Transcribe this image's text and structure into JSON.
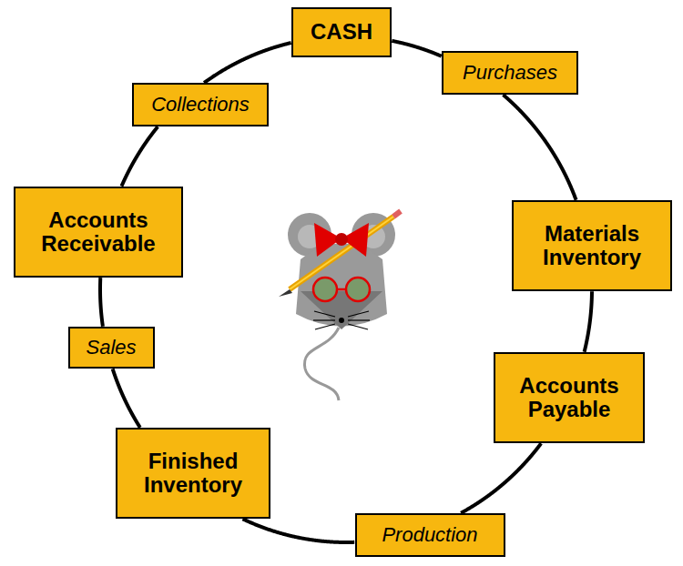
{
  "diagram": {
    "nodes": [
      {
        "text": [
          "CASH"
        ]
      },
      {
        "text": [
          "Purchases"
        ]
      },
      {
        "text": [
          "Materials Inventory"
        ]
      },
      {
        "text": [
          "Accounts Payable"
        ]
      },
      {
        "text": [
          "Production"
        ]
      },
      {
        "text": [
          "Finished Inventory"
        ]
      },
      {
        "text": [
          "Sales"
        ]
      },
      {
        "text": [
          "Accounts Receivable"
        ]
      },
      {
        "text": [
          "Collections"
        ]
      }
    ],
    "edges": [
      {
        "from": 0,
        "to": 1,
        "arrow": "none"
      },
      {
        "from": 1,
        "to": 2,
        "arrow": "none"
      },
      {
        "from": 2,
        "to": 3,
        "arrow": "none"
      },
      {
        "from": 3,
        "to": 4,
        "arrow": "none"
      },
      {
        "from": 4,
        "to": 5,
        "arrow": "none"
      },
      {
        "from": 5,
        "to": 6,
        "arrow": "none"
      },
      {
        "from": 6,
        "to": 7,
        "arrow": "none"
      },
      {
        "from": 7,
        "to": 8,
        "arrow": "none"
      },
      {
        "from": 8,
        "to": 0,
        "arrow": "none"
      }
    ]
  }
}
